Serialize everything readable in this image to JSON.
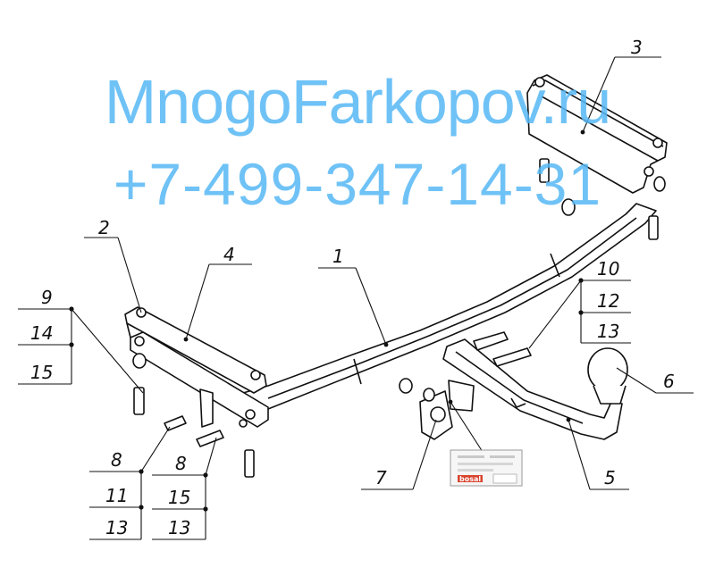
{
  "watermark": {
    "site": "MnogoFarkopov.ru",
    "phone": "+7-499-347-14-31",
    "color": "#57b8f5"
  },
  "callouts": {
    "c1": "1",
    "c2": "2",
    "c3": "3",
    "c4": "4",
    "c5": "5",
    "c6": "6",
    "c7": "7",
    "c8a": "8",
    "c9": "9",
    "c14": "14",
    "c15a": "15",
    "c11": "11",
    "c13a": "13",
    "c8b": "8",
    "c15b": "15",
    "c13b": "13",
    "c10": "10",
    "c12": "12",
    "c13c": "13"
  },
  "plate": {
    "brand": "bosal",
    "brand_color": "#d8452e"
  }
}
